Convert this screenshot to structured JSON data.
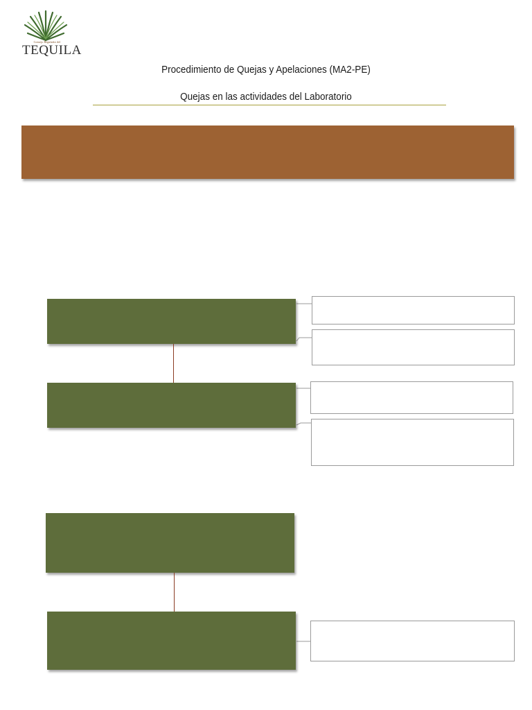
{
  "header": {
    "logo_small_text": "Consejo Regulador del",
    "logo_word": "TEQUILA",
    "title": "Procedimiento de Quejas y Apelaciones (MA2-PE)",
    "subtitle": "Quejas en las actividades del Laboratorio"
  },
  "colors": {
    "banner": "#9d6233",
    "step_box": "#5e6d3b",
    "connector_line": "#8a3a22",
    "rule": "#a8a03c",
    "note_border": "#9a9a9a"
  },
  "flowchart": {
    "banner_text": "",
    "steps": [
      {
        "label": "",
        "notes": [
          "",
          ""
        ]
      },
      {
        "label": "",
        "notes": [
          "",
          ""
        ]
      },
      {
        "label": "",
        "notes": []
      },
      {
        "label": "",
        "notes": [
          ""
        ]
      }
    ]
  }
}
